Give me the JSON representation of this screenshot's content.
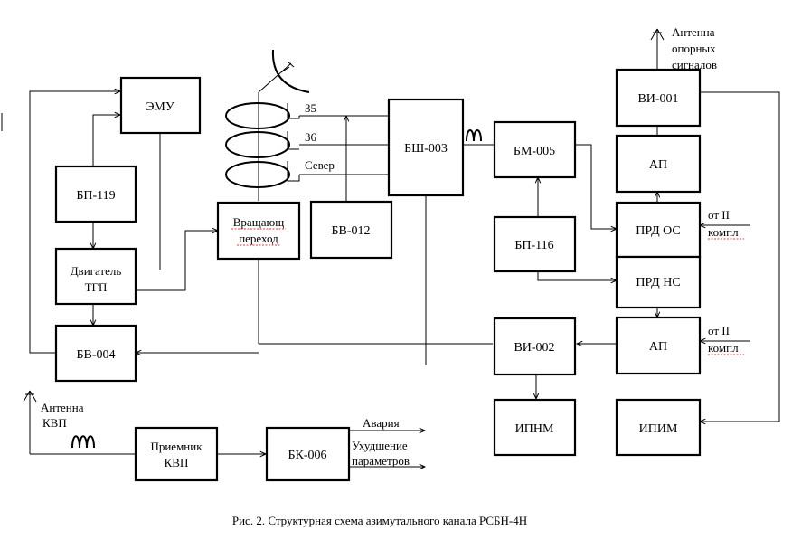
{
  "blocks": {
    "emu": "ЭМУ",
    "bp119": "БП-119",
    "motor_l1": "Двигатель",
    "motor_l2": "ТГП",
    "bv004": "БВ-004",
    "rot_l1": "Вращающ",
    "rot_l2": "переход",
    "bv012": "БВ-012",
    "bsh003": "БШ-003",
    "bm005": "БМ-005",
    "bp116": "БП-116",
    "vi001": "ВИ-001",
    "ap_top": "АП",
    "prd_os": "ПРД ОС",
    "prd_ns": "ПРД НС",
    "ap_bottom": "АП",
    "vi002": "ВИ-002",
    "ipnm": "ИПНМ",
    "ipim": "ИПИМ",
    "receiver_l1": "Приемник",
    "receiver_l2": "КВП",
    "bk006": "БК-006"
  },
  "labels": {
    "ring_35": "35",
    "ring_36": "36",
    "ring_north": "Север",
    "antenna_ref_l1": "Антенна",
    "antenna_ref_l2": "опорных",
    "antenna_ref_l3": "сигналов",
    "from_ii_top_l1": "от II",
    "from_ii_top_l2": "компл",
    "from_ii_bottom_l1": "от II",
    "from_ii_bottom_l2": "компл",
    "antenna_kvp_l1": "Антенна",
    "antenna_kvp_l2": "КВП",
    "alarm": "Авария",
    "degrade_l1": "Ухудшение",
    "degrade_l2": "параметров"
  },
  "caption": "Рис. 2. Структурная схема азимутального канала РСБН-4Н"
}
